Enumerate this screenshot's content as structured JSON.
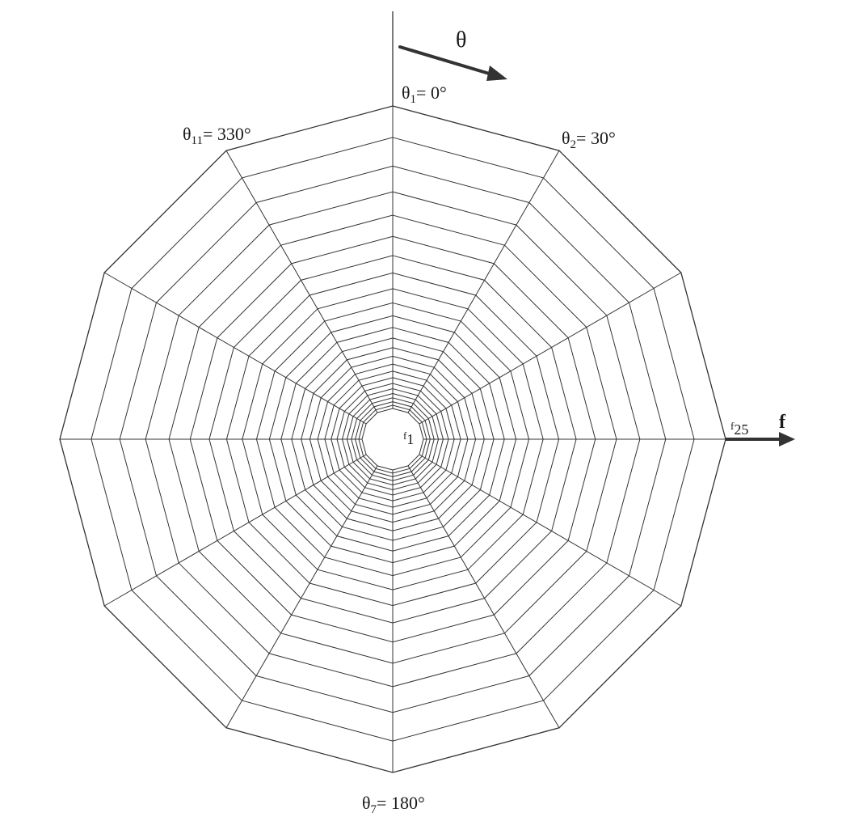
{
  "diagram": {
    "sectors": 12,
    "frequency_rings": 25,
    "line_color": "#333333",
    "arrow_color": "#333333",
    "labels": {
      "theta_axis": "θ",
      "f_axis": "f",
      "theta1": {
        "sym": "θ",
        "sub": "1",
        "val": "= 0°"
      },
      "theta2": {
        "sym": "θ",
        "sub": "2",
        "val": "= 30°"
      },
      "theta7": {
        "sym": "θ",
        "sub": "7",
        "val": "= 180°"
      },
      "theta11": {
        "sym": "θ",
        "sub": "11",
        "val": "= 330°"
      },
      "f1": {
        "sym": "f",
        "sub": "1"
      },
      "f25": {
        "sym": "f",
        "sub": "25"
      }
    }
  }
}
